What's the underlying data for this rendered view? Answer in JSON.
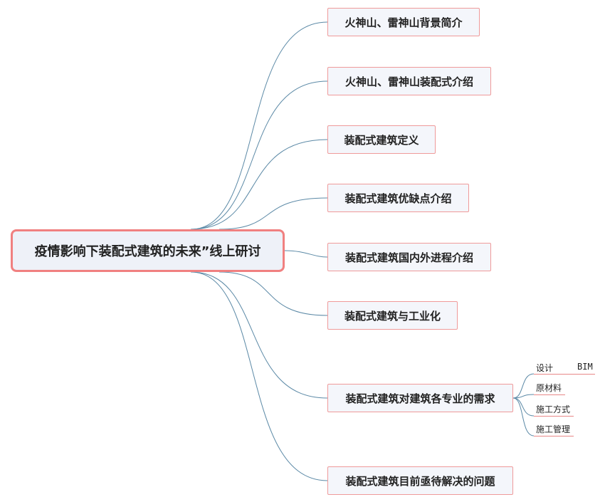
{
  "root": {
    "label": "疫情影响下装配式建筑的未来”线上研讨"
  },
  "branches": [
    {
      "label": "火神山、雷神山背景简介"
    },
    {
      "label": "火神山、雷神山装配式介绍"
    },
    {
      "label": "装配式建筑定义"
    },
    {
      "label": "装配式建筑优缺点介绍"
    },
    {
      "label": "装配式建筑国内外进程介绍"
    },
    {
      "label": "装配式建筑与工业化"
    },
    {
      "label": "装配式建筑对建筑各专业的需求"
    },
    {
      "label": "装配式建筑目前亟待解决的问题"
    }
  ],
  "subtopics": [
    {
      "label": "设计",
      "child": "BIM"
    },
    {
      "label": "原材料"
    },
    {
      "label": "施工方式"
    },
    {
      "label": "施工管理"
    }
  ],
  "colors": {
    "connector": "#5b89a6",
    "node_border": "#ef9a9a",
    "root_border": "#f08080"
  }
}
